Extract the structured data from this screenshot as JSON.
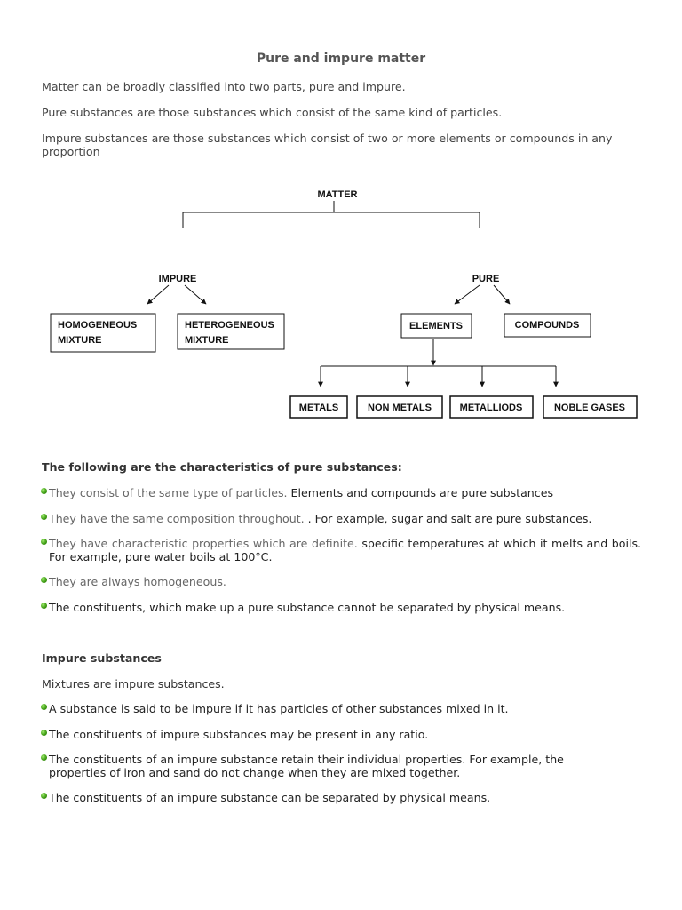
{
  "title": "Pure and impure matter",
  "intro": [
    "Matter can be broadly classified into two parts, pure and impure.",
    "Pure substances are those substances which consist of the same kind of particles.",
    "Impure substances are those substances which consist of two or more elements or compounds in any proportion"
  ],
  "diagram": {
    "root": "MATTER",
    "impure": "IMPURE",
    "pure": "PURE",
    "homogeneous": [
      "HOMOGENEOUS",
      "MIXTURE"
    ],
    "heterogeneous": [
      "HETEROGENEOUS",
      "MIXTURE"
    ],
    "elements": "ELEMENTS",
    "compounds": "COMPOUNDS",
    "metals": "METALS",
    "non_metals": "NON METALS",
    "metalloids": "METALLIODS",
    "noble_gases": "NOBLE GASES"
  },
  "pure_section": {
    "heading": "The following are the characteristics of pure substances:",
    "bullets": [
      {
        "grey": "They consist of the same type of particles.",
        "dark": " Elements and compounds are pure substances"
      },
      {
        "grey": "They have the same composition throughout.",
        "dark": " . For example, sugar and salt are pure substances."
      },
      {
        "grey": "They have characteristic properties which are definite.",
        "dark": " specific temperatures at which it melts and boils. For example, pure water boils at 100°C."
      },
      {
        "grey": "They are always homogeneous.",
        "dark": ""
      },
      {
        "grey": "",
        "dark": "The constituents, which make up a pure substance cannot be separated by physical means."
      }
    ]
  },
  "impure_section": {
    "heading": "Impure substances",
    "intro": "Mixtures are impure substances.",
    "bullets": [
      "A substance is said to be impure if it has particles of other substances mixed in it.",
      "The constituents of impure substances may be present in any ratio.",
      "The constituents of an impure substance retain their individual properties. For example, the properties of iron and sand do not change when they are mixed together.",
      "The constituents of an impure substance can be separated by physical means."
    ]
  }
}
